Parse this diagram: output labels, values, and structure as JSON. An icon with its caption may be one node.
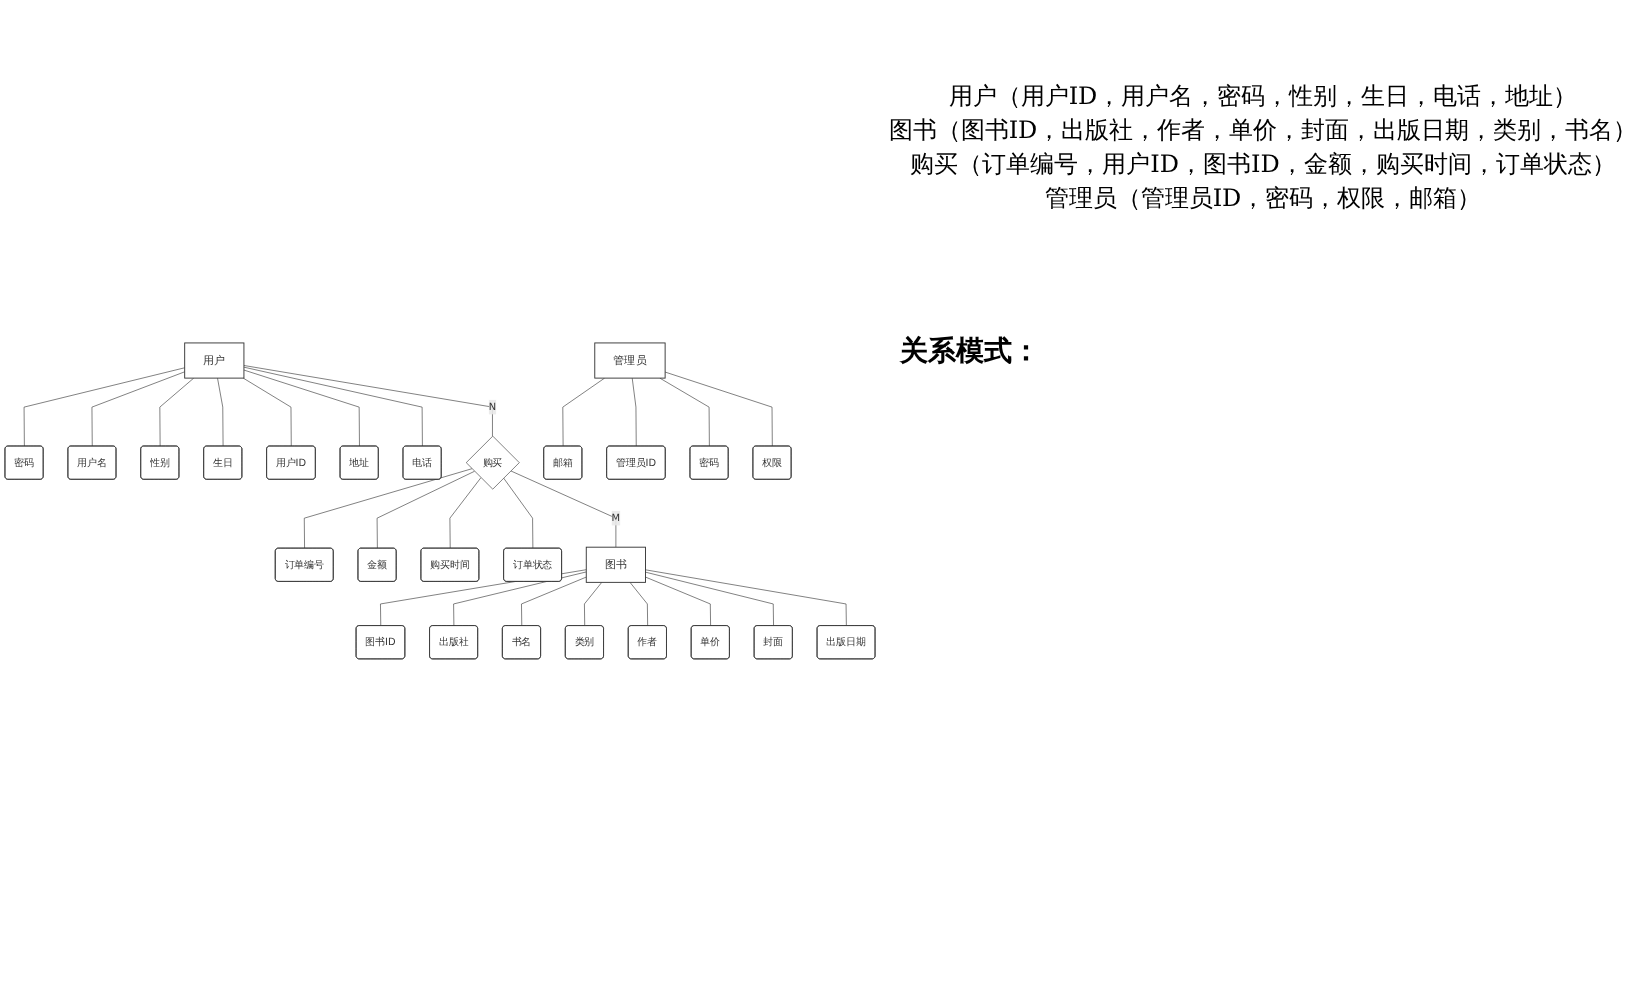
{
  "diagram": {
    "nodes": [
      {
        "text": [
          "密码"
        ]
      },
      {
        "text": [
          "用户名"
        ]
      },
      {
        "text": [
          "性别"
        ]
      },
      {
        "text": [
          "用户"
        ]
      },
      {
        "text": [
          "用户ID"
        ]
      },
      {
        "text": [
          "生日"
        ]
      },
      {
        "text": [
          "地址"
        ]
      },
      {
        "text": [
          "电话"
        ]
      },
      {
        "text": [
          "邮箱"
        ]
      },
      {
        "text": [
          "管理员ID"
        ]
      },
      {
        "text": [
          "密码"
        ]
      },
      {
        "text": [
          "订单编号"
        ]
      },
      {
        "text": [
          "购买"
        ]
      },
      {
        "text": [
          "金额"
        ]
      },
      {
        "text": [
          "管理员"
        ]
      },
      {
        "text": [
          "权限"
        ]
      },
      {
        "text": [
          "购买时间"
        ]
      },
      {
        "text": [
          "订单状态"
        ]
      },
      {
        "text": [
          "图书ID"
        ]
      },
      {
        "text": [
          "出版社"
        ]
      },
      {
        "text": [
          "书名"
        ]
      },
      {
        "text": [
          "图书"
        ]
      },
      {
        "text": [
          "作者"
        ]
      },
      {
        "text": [
          "类别"
        ]
      },
      {
        "text": [
          "单价"
        ]
      },
      {
        "text": [
          "封面"
        ]
      },
      {
        "text": [
          "出版日期"
        ]
      }
    ],
    "edges": [
      {
        "from": 3,
        "to": 0,
        "arrow": "none"
      },
      {
        "from": 3,
        "to": 1,
        "arrow": "none"
      },
      {
        "from": 3,
        "to": 2,
        "arrow": "none"
      },
      {
        "from": 3,
        "to": 5,
        "arrow": "none"
      },
      {
        "from": 3,
        "to": 4,
        "arrow": "none"
      },
      {
        "from": 3,
        "to": 6,
        "arrow": "none"
      },
      {
        "from": 3,
        "to": 7,
        "arrow": "none"
      },
      {
        "from": 3,
        "to": 12,
        "label": "N",
        "arrow": "none"
      },
      {
        "from": 12,
        "to": 11,
        "arrow": "none"
      },
      {
        "from": 12,
        "to": 13,
        "arrow": "none"
      },
      {
        "from": 12,
        "to": 16,
        "arrow": "none"
      },
      {
        "from": 12,
        "to": 17,
        "arrow": "none"
      },
      {
        "from": 12,
        "to": 21,
        "label": "M",
        "arrow": "none"
      },
      {
        "from": 21,
        "to": 18,
        "arrow": "none"
      },
      {
        "from": 21,
        "to": 19,
        "arrow": "none"
      },
      {
        "from": 21,
        "to": 20,
        "arrow": "none"
      },
      {
        "from": 21,
        "to": 23,
        "arrow": "none"
      },
      {
        "from": 21,
        "to": 22,
        "arrow": "none"
      },
      {
        "from": 21,
        "to": 24,
        "arrow": "none"
      },
      {
        "from": 21,
        "to": 25,
        "arrow": "none"
      },
      {
        "from": 21,
        "to": 26,
        "arrow": "none"
      },
      {
        "from": 14,
        "to": 8,
        "arrow": "none"
      },
      {
        "from": 14,
        "to": 9,
        "arrow": "none"
      },
      {
        "from": 14,
        "to": 10,
        "arrow": "none"
      },
      {
        "from": 14,
        "to": 15,
        "arrow": "none"
      }
    ],
    "labels": [
      "用户（用户ID，用户名，密码，性别，生日，电话，地址）",
      "图书（图书ID，出版社，作者，单价，封面，出版日期，类别，书名）",
      "购买（订单编号，用户ID，图书ID，金额，购买时间，订单状态）",
      "管理员（管理员ID，密码，权限，邮箱）",
      "关系模式："
    ]
  }
}
